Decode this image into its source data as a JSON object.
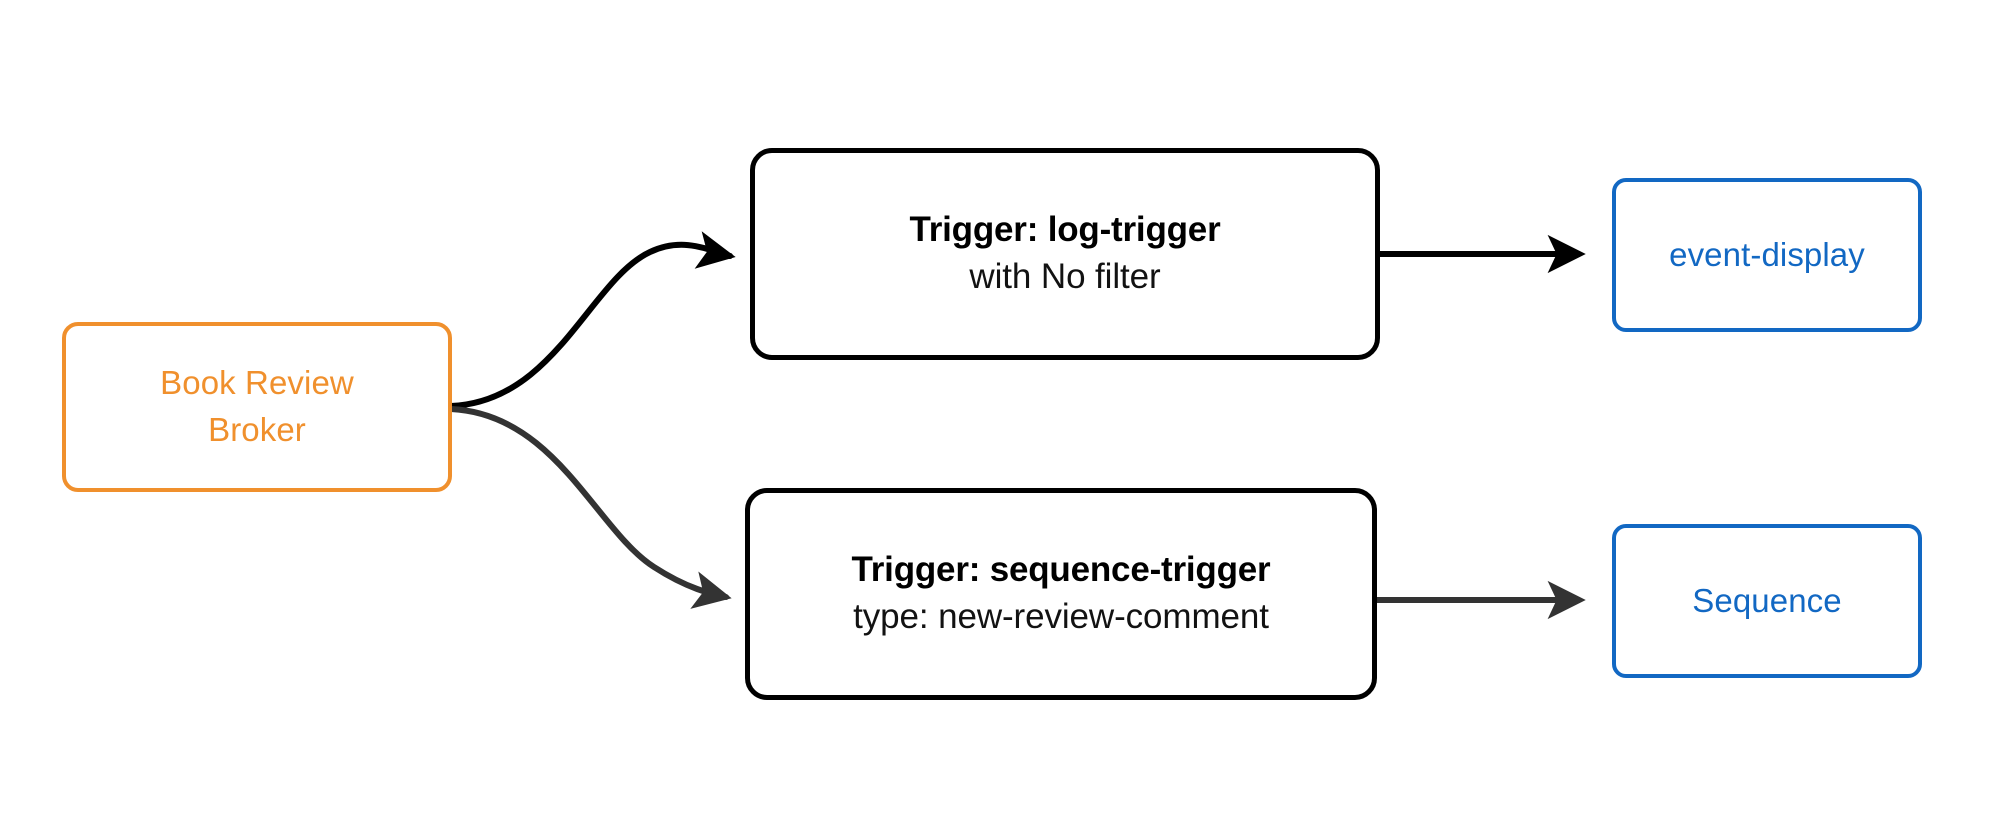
{
  "diagram": {
    "type": "flow-diagram",
    "background_color": "#ffffff",
    "nodes": [
      {
        "id": "broker",
        "role": "source",
        "shape": "rounded-rectangle",
        "lines": [
          "Book Review",
          "Broker"
        ],
        "text_color": "#f0902d",
        "border_color": "#f0902d",
        "fill_color": "#ffffff"
      },
      {
        "id": "log-trigger",
        "role": "trigger",
        "shape": "rounded-rectangle",
        "lines": [
          "Trigger: log-trigger",
          "with No filter"
        ],
        "text_color": "#000000",
        "border_color": "#000000",
        "fill_color": "#ffffff"
      },
      {
        "id": "sequence-trigger",
        "role": "trigger",
        "shape": "rounded-rectangle",
        "lines": [
          "Trigger: sequence-trigger",
          "type: new-review-comment"
        ],
        "text_color": "#000000",
        "border_color": "#000000",
        "fill_color": "#ffffff"
      },
      {
        "id": "event-display",
        "role": "sink",
        "shape": "rounded-rectangle",
        "lines": [
          "event-display"
        ],
        "text_color": "#1268c3",
        "border_color": "#1268c3",
        "fill_color": "#ffffff"
      },
      {
        "id": "sequence",
        "role": "sink",
        "shape": "rounded-rectangle",
        "lines": [
          "Sequence"
        ],
        "text_color": "#1268c3",
        "border_color": "#1268c3",
        "fill_color": "#ffffff"
      }
    ],
    "edges": [
      {
        "id": "broker-to-log-trigger",
        "from": "broker",
        "to": "log-trigger",
        "style": "curved",
        "color": "#000000",
        "arrowhead": "filled-triangle",
        "label": ""
      },
      {
        "id": "broker-to-sequence-trigger",
        "from": "broker",
        "to": "sequence-trigger",
        "style": "curved",
        "color": "#333333",
        "arrowhead": "filled-triangle",
        "label": ""
      },
      {
        "id": "log-trigger-to-event-display",
        "from": "log-trigger",
        "to": "event-display",
        "style": "straight",
        "color": "#000000",
        "arrowhead": "filled-triangle",
        "label": ""
      },
      {
        "id": "sequence-trigger-to-sequence",
        "from": "sequence-trigger",
        "to": "sequence",
        "style": "straight",
        "color": "#333333",
        "arrowhead": "filled-triangle",
        "label": ""
      }
    ]
  },
  "broker": {
    "line1": "Book Review",
    "line2": "Broker"
  },
  "log_trigger": {
    "title": "Trigger: log-trigger",
    "subtitle": "with No filter"
  },
  "sequence_trigger": {
    "title": "Trigger: sequence-trigger",
    "subtitle": "type: new-review-comment"
  },
  "event_display": {
    "label": "event-display"
  },
  "sequence": {
    "label": "Sequence"
  }
}
